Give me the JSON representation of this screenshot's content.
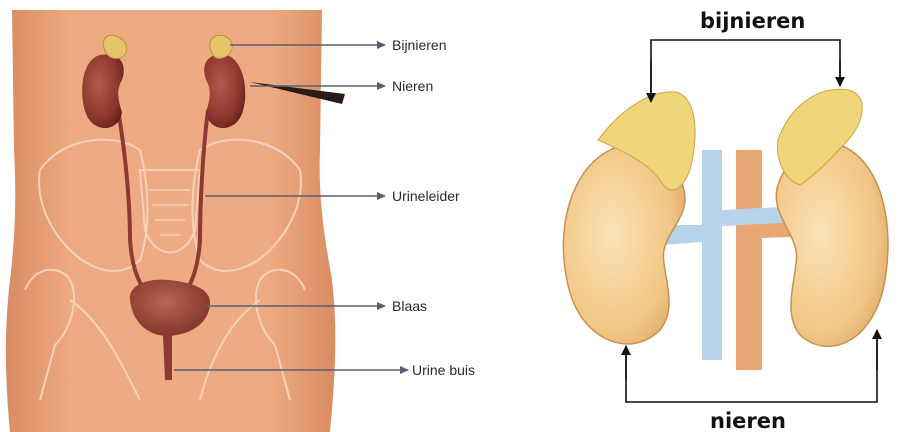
{
  "left_figure": {
    "labels": {
      "adrenal": "Bijnieren",
      "kidney": "Nieren",
      "ureter": "Urineleider",
      "bladder": "Blaas",
      "urethra": "Urine buis"
    }
  },
  "right_figure": {
    "labels": {
      "adrenal": "bijnieren",
      "kidney": "nieren"
    }
  },
  "colors": {
    "skin": "#e8a27a",
    "skin_shadow": "#c97a52",
    "kidney": "#8e3a32",
    "adrenal": "#e6c56a",
    "bladder": "#9c4a3c",
    "kidney_light": "#f3cf8f",
    "vessel_blue": "#b8d2ea",
    "vessel_orange": "#e7a875"
  }
}
